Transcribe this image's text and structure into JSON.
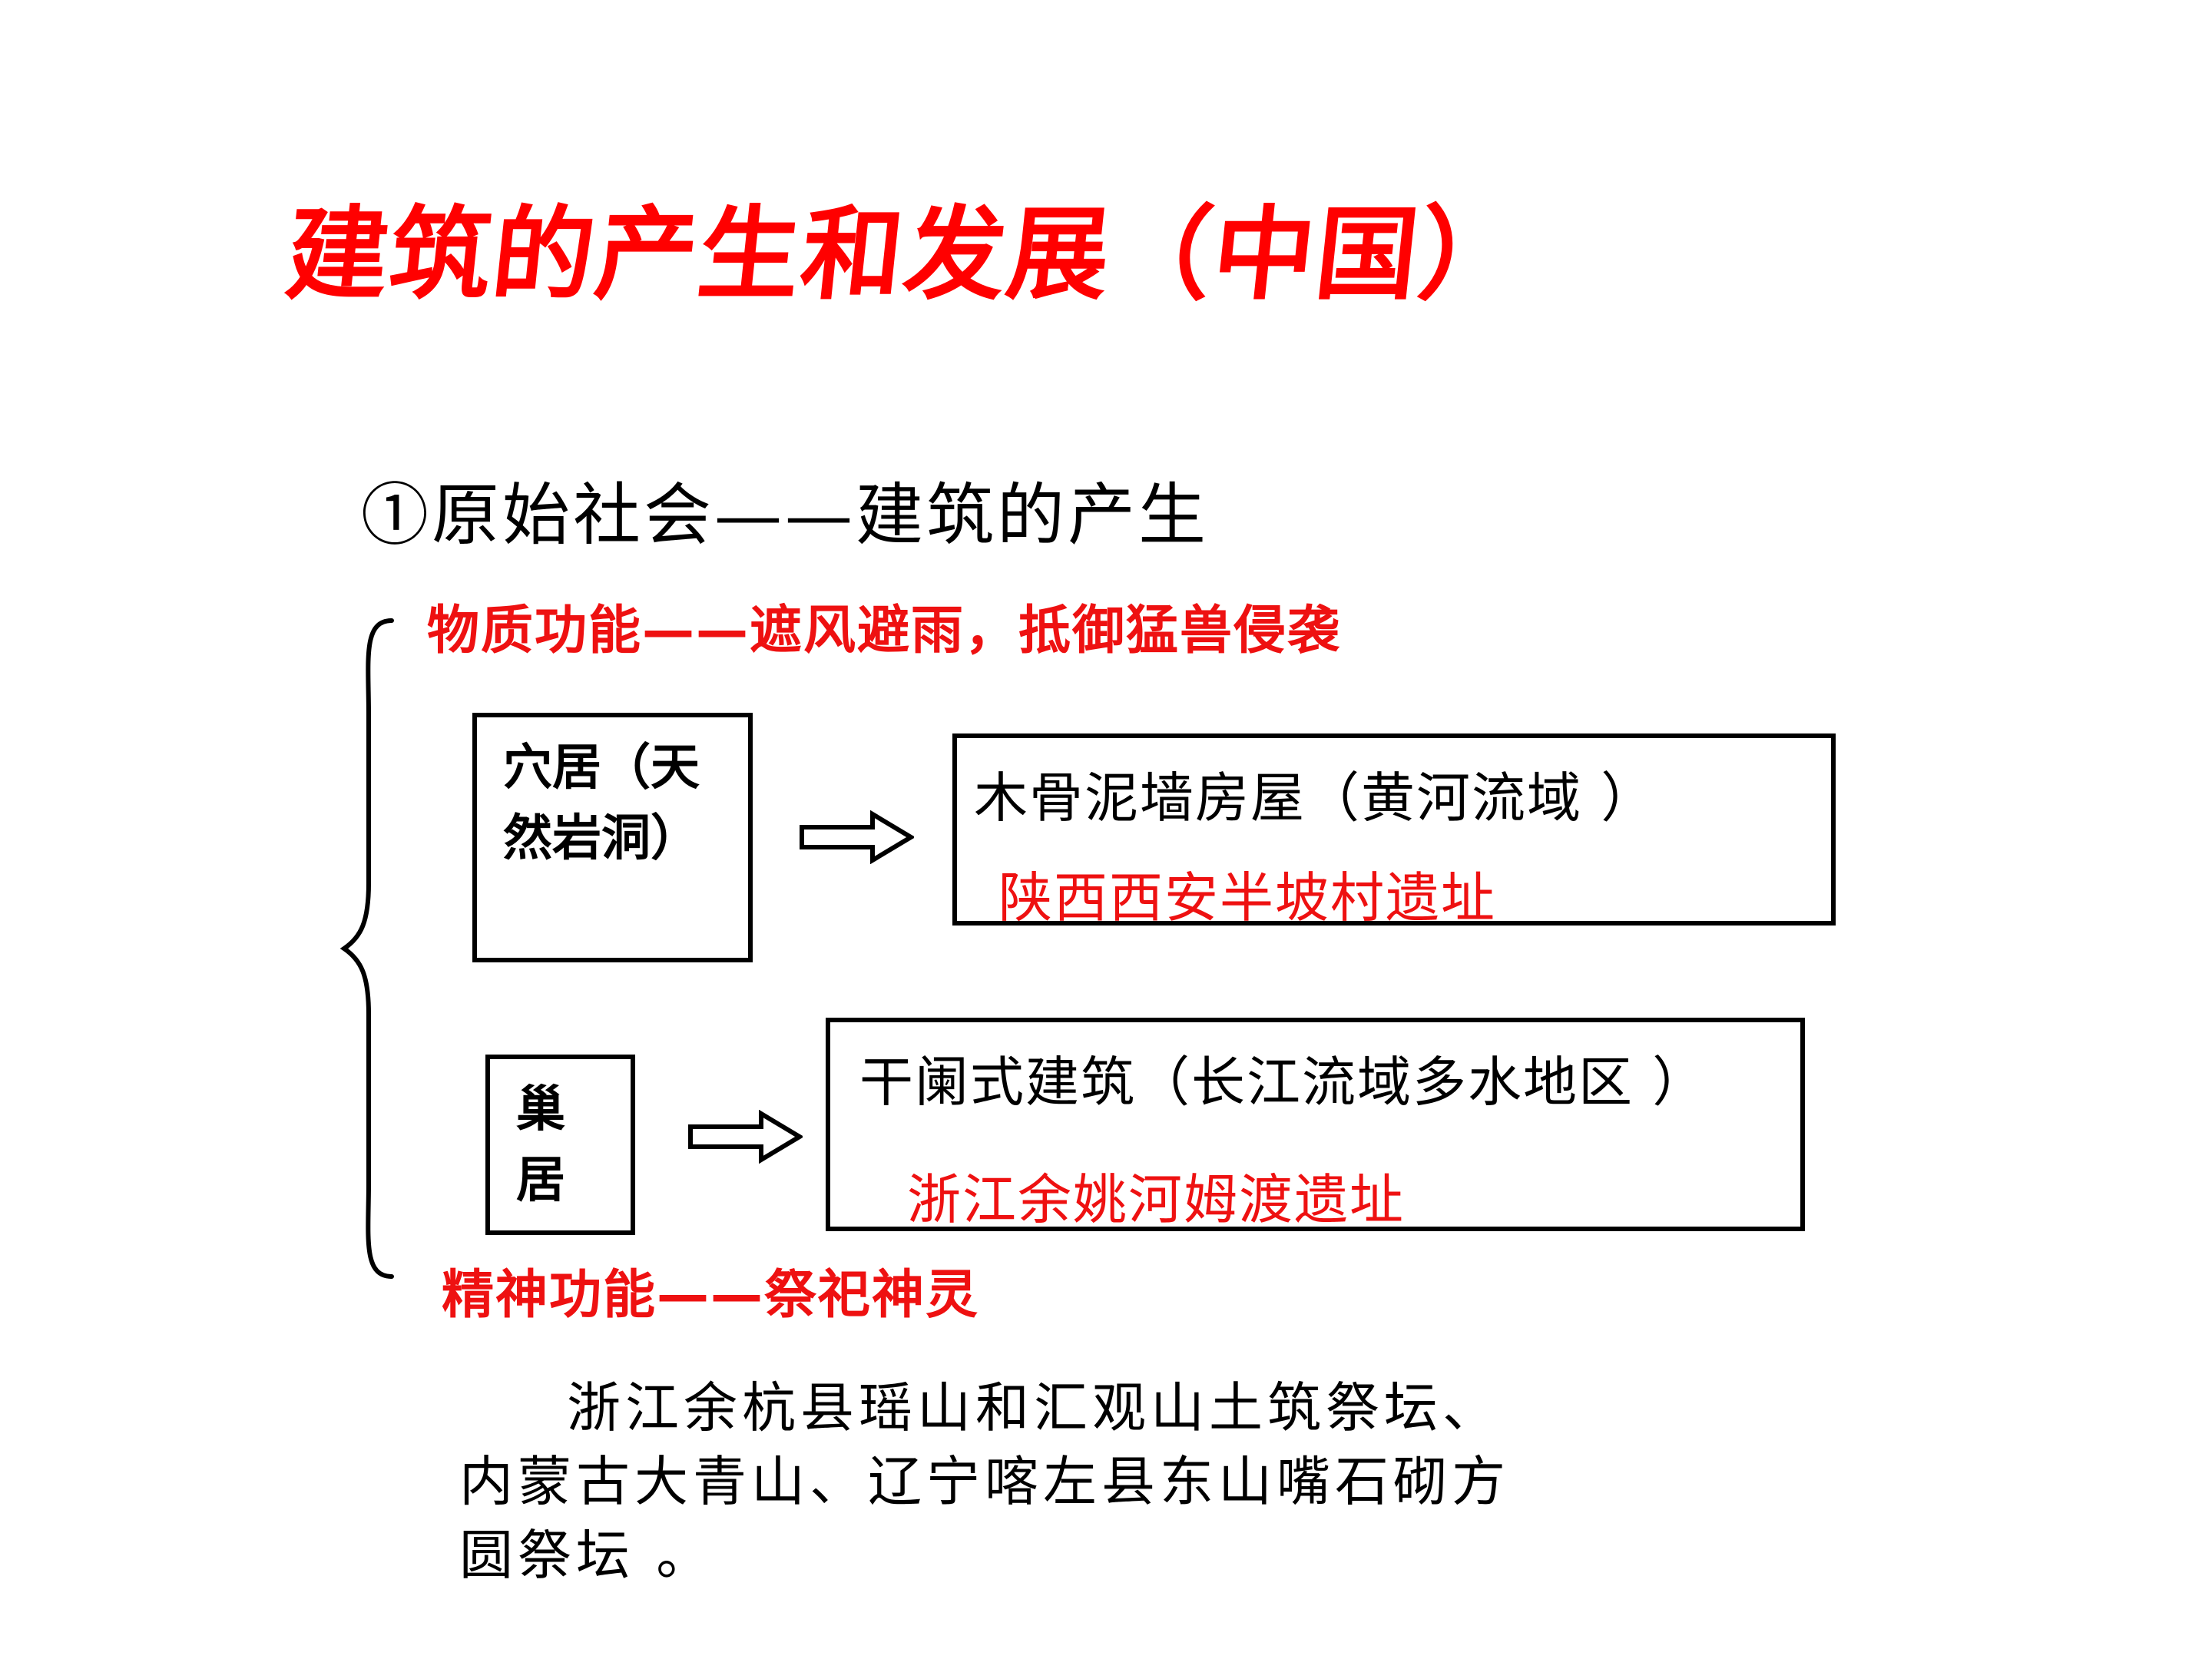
{
  "title": "建筑的产生和发展（中国）",
  "section": {
    "heading": "①原始社会——建筑的产生"
  },
  "functions": {
    "material": "物质功能——遮风避雨，抵御猛兽侵袭",
    "spiritual": "精神功能——祭祀神灵"
  },
  "cave": {
    "label": "穴居（天然岩洞）",
    "result_text": "木骨泥墙房屋（黄河流域 ）",
    "site": "陕西西安半坡村遗址"
  },
  "nest": {
    "label": "巢居",
    "result_text": "干阑式建筑（长江流域多水地区 ）",
    "site": "浙江余姚河姆渡遗址"
  },
  "altars_paragraph": "浙江余杭县瑶山和汇观山土筑祭坛、内蒙古大青山、辽宁喀左县东山嘴石砌方圆祭坛 。",
  "colors": {
    "accent_red": "#ee1111",
    "title_red": "#ff0000",
    "text": "#000000",
    "background": "#ffffff"
  },
  "icons": {
    "brace": "left-curly-brace",
    "arrow": "hollow-right-arrow"
  }
}
